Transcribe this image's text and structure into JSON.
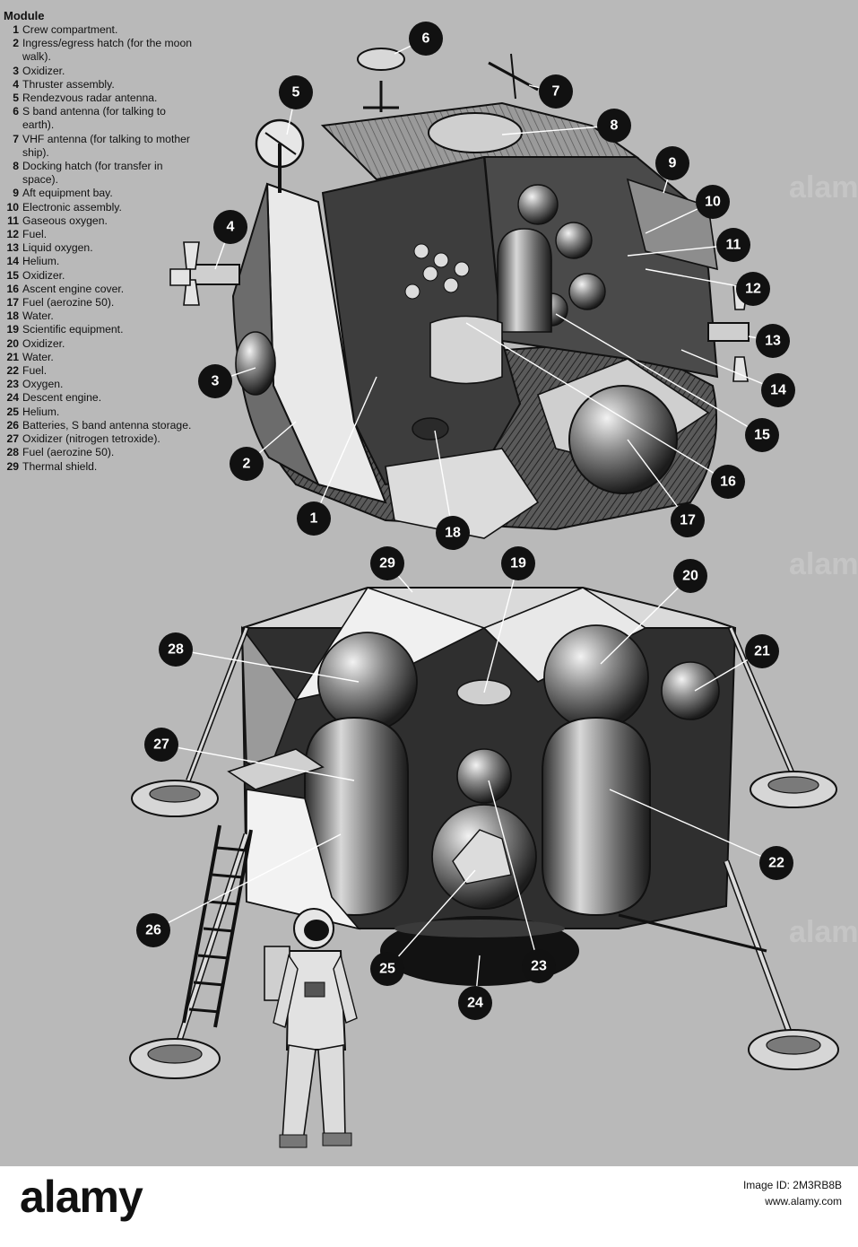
{
  "legend": {
    "title": "Module",
    "items": [
      {
        "num": "1",
        "text": "Crew compartment."
      },
      {
        "num": "2",
        "text": "Ingress/egress hatch (for the moon walk)."
      },
      {
        "num": "3",
        "text": "Oxidizer."
      },
      {
        "num": "4",
        "text": "Thruster assembly."
      },
      {
        "num": "5",
        "text": "Rendezvous radar antenna."
      },
      {
        "num": "6",
        "text": "S band antenna (for talking to earth)."
      },
      {
        "num": "7",
        "text": "VHF antenna (for talking to mother ship)."
      },
      {
        "num": "8",
        "text": "Docking hatch (for transfer in space)."
      },
      {
        "num": "9",
        "text": "Aft equipment bay."
      },
      {
        "num": "10",
        "text": "Electronic assembly."
      },
      {
        "num": "11",
        "text": "Gaseous oxygen."
      },
      {
        "num": "12",
        "text": "Fuel."
      },
      {
        "num": "13",
        "text": "Liquid oxygen."
      },
      {
        "num": "14",
        "text": "Helium."
      },
      {
        "num": "15",
        "text": "Oxidizer."
      },
      {
        "num": "16",
        "text": "Ascent engine cover."
      },
      {
        "num": "17",
        "text": "Fuel (aerozine 50)."
      },
      {
        "num": "18",
        "text": "Water."
      },
      {
        "num": "19",
        "text": "Scientific equipment."
      },
      {
        "num": "20",
        "text": "Oxidizer."
      },
      {
        "num": "21",
        "text": "Water."
      },
      {
        "num": "22",
        "text": "Fuel."
      },
      {
        "num": "23",
        "text": "Oxygen."
      },
      {
        "num": "24",
        "text": "Descent engine."
      },
      {
        "num": "25",
        "text": "Helium."
      },
      {
        "num": "26",
        "text": "Batteries, S band antenna storage."
      },
      {
        "num": "27",
        "text": "Oxidizer (nitrogen tetroxide)."
      },
      {
        "num": "28",
        "text": "Fuel (aerozine 50)."
      },
      {
        "num": "29",
        "text": "Thermal shield."
      }
    ]
  },
  "callouts": [
    "1",
    "2",
    "3",
    "4",
    "5",
    "6",
    "7",
    "8",
    "9",
    "10",
    "11",
    "12",
    "13",
    "14",
    "15",
    "16",
    "17",
    "18",
    "19",
    "20",
    "21",
    "22",
    "23",
    "24",
    "25",
    "26",
    "27",
    "28",
    "29"
  ],
  "watermark": "alamy",
  "footer": {
    "logo": "alamy",
    "image_id_label": "Image ID: 2M3RB8B",
    "url": "www.alamy.com"
  },
  "colors": {
    "background": "#b9b9b9",
    "ink": "#111111",
    "callout_fill": "#111111",
    "callout_text": "#ffffff"
  }
}
